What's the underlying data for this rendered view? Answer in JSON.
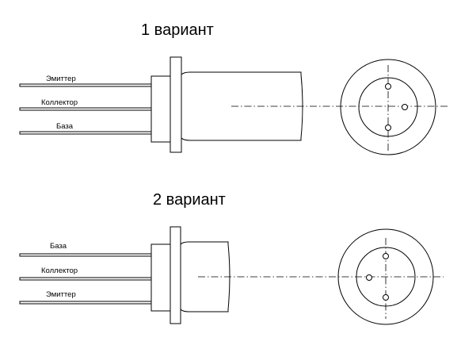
{
  "variants": [
    {
      "title": "1 вариант",
      "leads": [
        "Эмиттер",
        "Коллектор",
        "База"
      ]
    },
    {
      "title": "2 вариант",
      "leads": [
        "База",
        "Коллектор",
        "Эмиттер"
      ]
    }
  ]
}
